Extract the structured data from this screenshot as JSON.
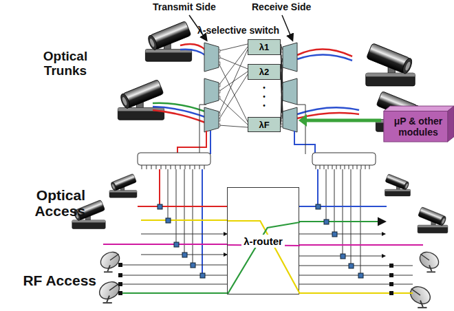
{
  "diagram": {
    "nodes": [
      {
        "text": [
          "λ1"
        ]
      },
      {
        "text": [
          "λ2"
        ]
      },
      {
        "text": [
          "λF"
        ]
      },
      {
        "text": [
          "μP & other modules"
        ]
      },
      {
        "text": [
          "λ-router"
        ]
      }
    ],
    "labels": [
      "Transmit Side",
      "Receive Side",
      "λ-selective switch",
      "•",
      "•",
      "•",
      "Optical Trunks",
      "Optical Access",
      "RF Access"
    ]
  }
}
